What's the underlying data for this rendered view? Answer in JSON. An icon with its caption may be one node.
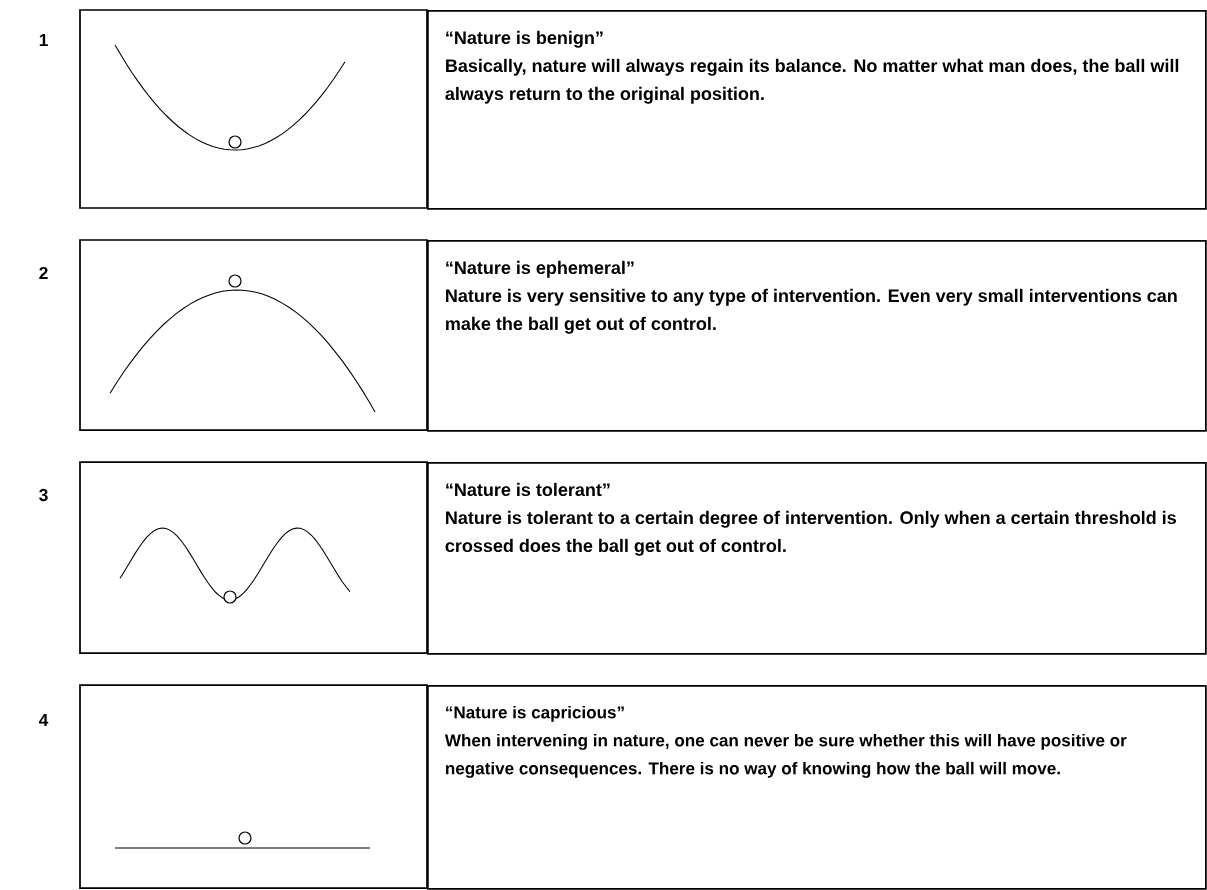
{
  "diagram": {
    "nodes": [
      {
        "text": [
          "“Nature is benign”",
          "Basically, nature will always regain its balance. No matter what man does, the ball will always return to the original position."
        ]
      },
      {
        "text": [
          "“Nature is ephemeral”",
          "Nature is very sensitive to any type of intervention. Even very small interventions can make the ball get out of control."
        ]
      },
      {
        "text": [
          "“Nature is tolerant”",
          "Nature is tolerant to a certain degree of intervention. Only when a certain threshold is crossed does the ball get out of control."
        ]
      },
      {
        "text": [
          "“Nature is capricious”",
          "When intervening in nature, one can never be sure whether this will have positive or negative consequences. There is no way of knowing how the ball will move."
        ]
      }
    ],
    "labels": [
      "1",
      "2",
      "3",
      "4"
    ]
  }
}
